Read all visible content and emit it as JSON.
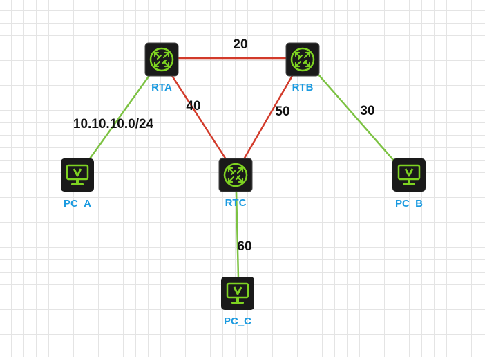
{
  "colors": {
    "router_link": "#d23a2a",
    "pc_link": "#7cc242",
    "node_label": "#1a9ae0",
    "icon_green": "#7ed321",
    "icon_body": "#1a1a1a"
  },
  "nodes": [
    {
      "id": "RTA",
      "label": "RTA",
      "kind": "router",
      "icon": "router-icon"
    },
    {
      "id": "RTB",
      "label": "RTB",
      "kind": "router",
      "icon": "router-icon"
    },
    {
      "id": "RTC",
      "label": "RTC",
      "kind": "router",
      "icon": "router-icon"
    },
    {
      "id": "PC_A",
      "label": "PC_A",
      "kind": "pc",
      "icon": "monitor-icon"
    },
    {
      "id": "PC_B",
      "label": "PC_B",
      "kind": "pc",
      "icon": "monitor-icon"
    },
    {
      "id": "PC_C",
      "label": "PC_C",
      "kind": "pc",
      "icon": "monitor-icon"
    }
  ],
  "links": [
    {
      "id": "rta-rtb",
      "from": "RTA",
      "to": "RTB",
      "type": "router",
      "label": "20"
    },
    {
      "id": "rta-rtc",
      "from": "RTA",
      "to": "RTC",
      "type": "router",
      "label": "40"
    },
    {
      "id": "rtb-rtc",
      "from": "RTB",
      "to": "RTC",
      "type": "router",
      "label": "50"
    },
    {
      "id": "rtb-pcb",
      "from": "RTB",
      "to": "PC_B",
      "type": "pc",
      "label": "30"
    },
    {
      "id": "rtc-pcc",
      "from": "RTC",
      "to": "PC_C",
      "type": "pc",
      "label": "60"
    },
    {
      "id": "rta-pca",
      "from": "RTA",
      "to": "PC_A",
      "type": "pc",
      "label": "10.10.10.0/24"
    }
  ]
}
